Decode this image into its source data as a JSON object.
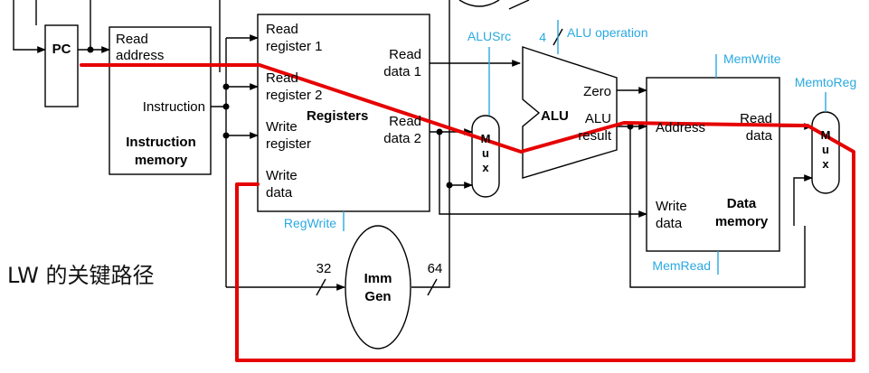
{
  "caption": "LW 的关键路径",
  "pc": {
    "label": "PC"
  },
  "instruction_memory": {
    "read_address": [
      "Read",
      "address"
    ],
    "instruction": "Instruction",
    "title": [
      "Instruction",
      "memory"
    ]
  },
  "registers": {
    "read_register_1": [
      "Read",
      "register 1"
    ],
    "read_register_2": [
      "Read",
      "register 2"
    ],
    "write_register": [
      "Write",
      "register"
    ],
    "write_data": [
      "Write",
      "data"
    ],
    "read_data_1": [
      "Read",
      "data 1"
    ],
    "read_data_2": [
      "Read",
      "data 2"
    ],
    "title": "Registers"
  },
  "alu": {
    "title": "ALU",
    "zero": "Zero",
    "result": [
      "ALU",
      "result"
    ],
    "operation_bits": "4",
    "operation": "ALU operation"
  },
  "mux_alu": {
    "letters": [
      "M",
      "u",
      "x"
    ]
  },
  "mux_mem": {
    "letters": [
      "M",
      "u",
      "x"
    ]
  },
  "imm_gen": {
    "title": [
      "Imm",
      "Gen"
    ],
    "in_bits": "32",
    "out_bits": "64"
  },
  "data_memory": {
    "address": "Address",
    "read_data": [
      "Read",
      "data"
    ],
    "write_data": [
      "Write",
      "data"
    ],
    "title": [
      "Data",
      "memory"
    ]
  },
  "control_signals": {
    "alu_src": "ALUSrc",
    "reg_write": "RegWrite",
    "mem_write": "MemWrite",
    "mem_read": "MemRead",
    "mem_to_reg": "MemtoReg"
  },
  "colors": {
    "critical_path": "#e60000",
    "control": "#29a9e1",
    "wire": "#000000"
  }
}
